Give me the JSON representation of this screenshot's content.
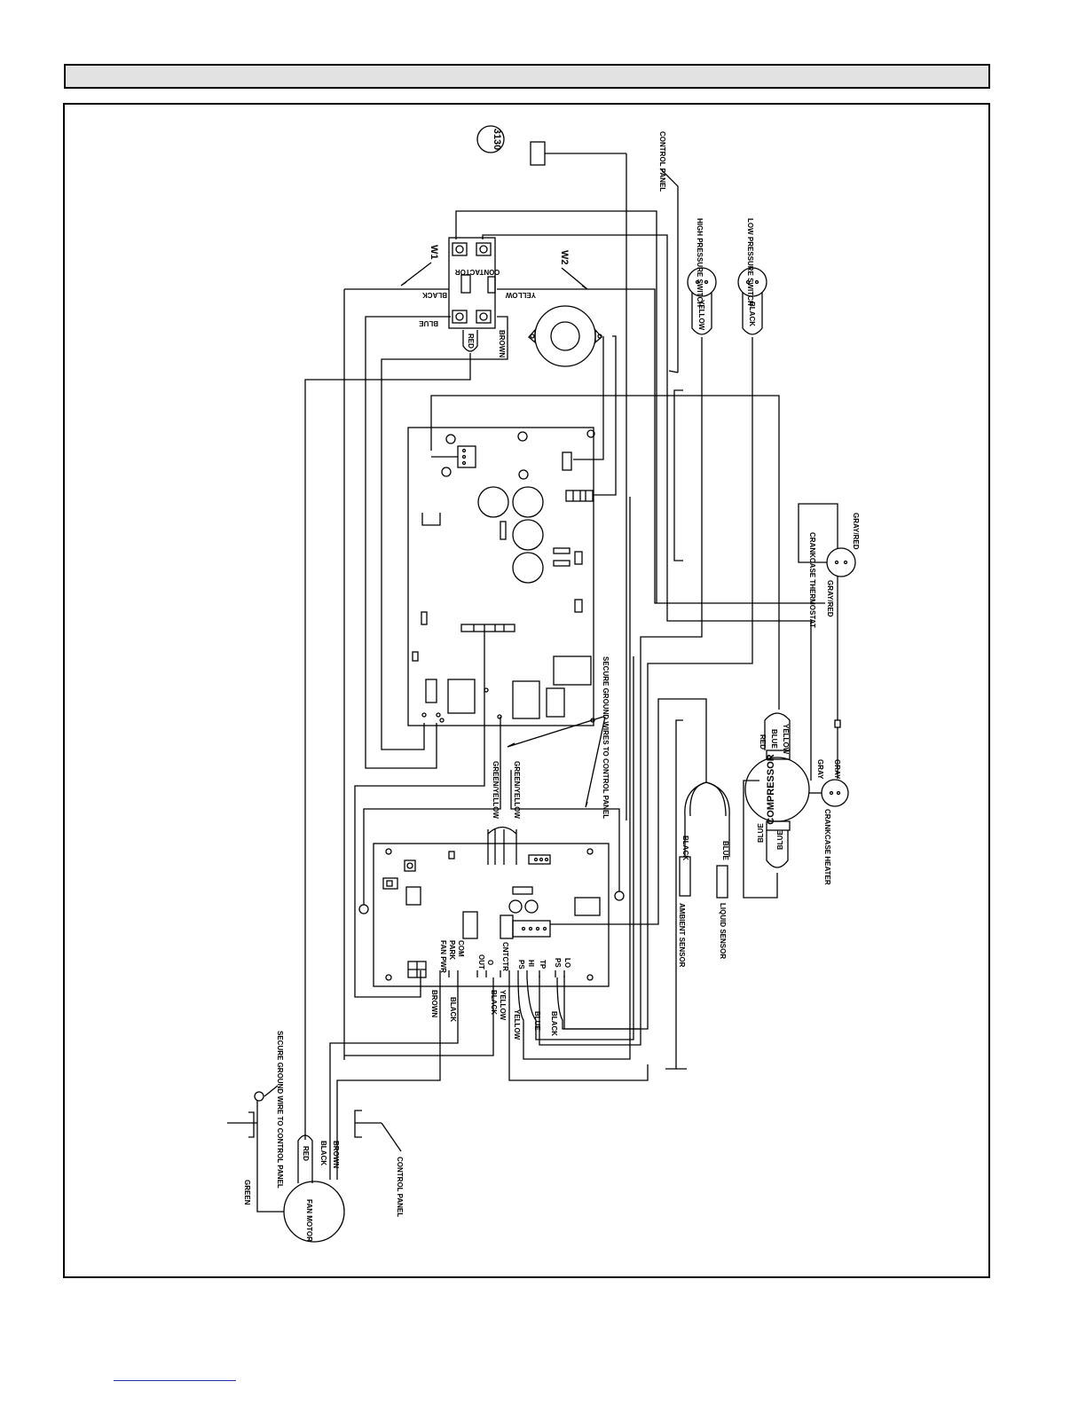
{
  "labels": {
    "ref_3130": "3130",
    "w1": "W1",
    "w2": "W2",
    "contactor": "CONTACTOR",
    "black": "BLACK",
    "yellow": "YELLOW",
    "blue": "BLUE",
    "red": "RED",
    "brown": "BROWN",
    "control_panel": "CONTROL PANEL",
    "high_pressure_switch": "HIGH PRESSURE SWITCH",
    "low_pressure_switch": "LOW PRESSURE SWITCH",
    "crankcase_thermostat": "CRANKCASE THERMOSTAT",
    "gray_red": "GRAY/RED",
    "secure_ground_panel": "SECURE GROUND WIRES TO CONTROL PANEL",
    "green_yellow": "GREEN/YELLOW",
    "red_blue_yellow": [
      "RED",
      "BLUE",
      "YELLOW"
    ],
    "compressor": "COMPRESSOR",
    "gray": "GRAY",
    "crankcase_heater": "CRANKCASE HEATER",
    "ambient_sensor": "AMBIENT SENSOR",
    "liquid_sensor": "LIQUID SENSOR",
    "terminals": [
      "FAN PWR",
      "PARK",
      "COM",
      "OUT",
      "O",
      "CNTCTR",
      "PS",
      "HI",
      "TP",
      "PS",
      "LO"
    ],
    "bottom_wires": [
      "BROWN",
      "BLACK",
      "BLACK",
      "YELLOW",
      "YELLOW",
      "BLUE",
      "BLACK"
    ],
    "secure_ground_wire": "SECURE GROUND WIRE TO CONTROL PANEL",
    "green": "GREEN",
    "fan_motor": "FAN MOTOR"
  },
  "colors": {
    "line": "#000000",
    "header": "#e2e2e2",
    "footer_rule": "#2233aa"
  }
}
